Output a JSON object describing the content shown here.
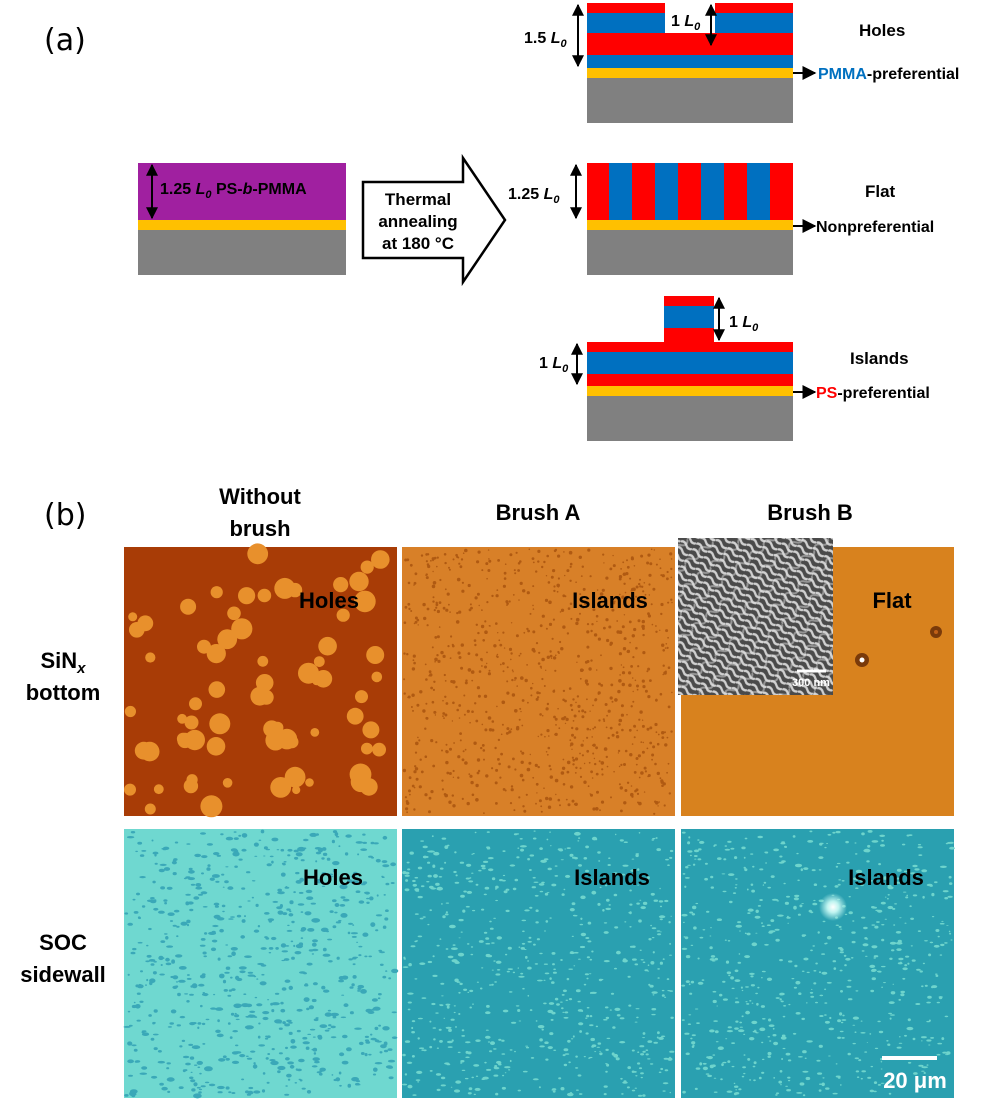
{
  "panel_a": {
    "label": "(a)",
    "start": {
      "thickness_prefix": "1.25 ",
      "L": "L",
      "sub0": "0",
      "material_a": " PS-",
      "material_b": "b",
      "material_c": "-PMMA"
    },
    "arrow": {
      "line1": "Thermal",
      "line2": "annealing",
      "line3": "at 180 °C"
    },
    "holes": {
      "name": "Holes",
      "total_num": "1.5 ",
      "hole_num": "1 ",
      "L": "L",
      "sub0": "0",
      "pref_colored": "PMMA",
      "pref_rest": "-preferential"
    },
    "flat": {
      "name": "Flat",
      "total_num": "1.25 ",
      "L": "L",
      "sub0": "0",
      "pref": "Nonpreferential"
    },
    "islands": {
      "name": "Islands",
      "island_num": "1 ",
      "total_num": "1 ",
      "L": "L",
      "sub0": "0",
      "pref_colored": "PS",
      "pref_rest": "-preferential"
    }
  },
  "panel_b": {
    "label": "(b)",
    "columns": [
      "Without brush",
      "Brush A",
      "Brush B"
    ],
    "col0_line1": "Without",
    "col0_line2": "brush",
    "rows": {
      "sin_line1": "SiN",
      "sin_sub": "x",
      "sin_line2": "bottom",
      "soc_line1": "SOC",
      "soc_line2": "sidewall"
    },
    "top_labels": [
      "Holes",
      "Islands",
      "Flat"
    ],
    "bottom_labels": [
      "Holes",
      "Islands",
      "Islands"
    ],
    "inset_scale": "300 nm",
    "scale_bar": "20 μm"
  },
  "colors": {
    "substrate": "#808080",
    "brush": "#ffc000",
    "ps": "#ff0000",
    "pmma": "#0070c0",
    "bcp": "#a020a0",
    "afm_without": "#a83c06",
    "afm_orange": "#d88028",
    "afm_flat": "#d8821e",
    "om_light": "#6fd8d0",
    "om_dark": "#2aa0b0"
  }
}
